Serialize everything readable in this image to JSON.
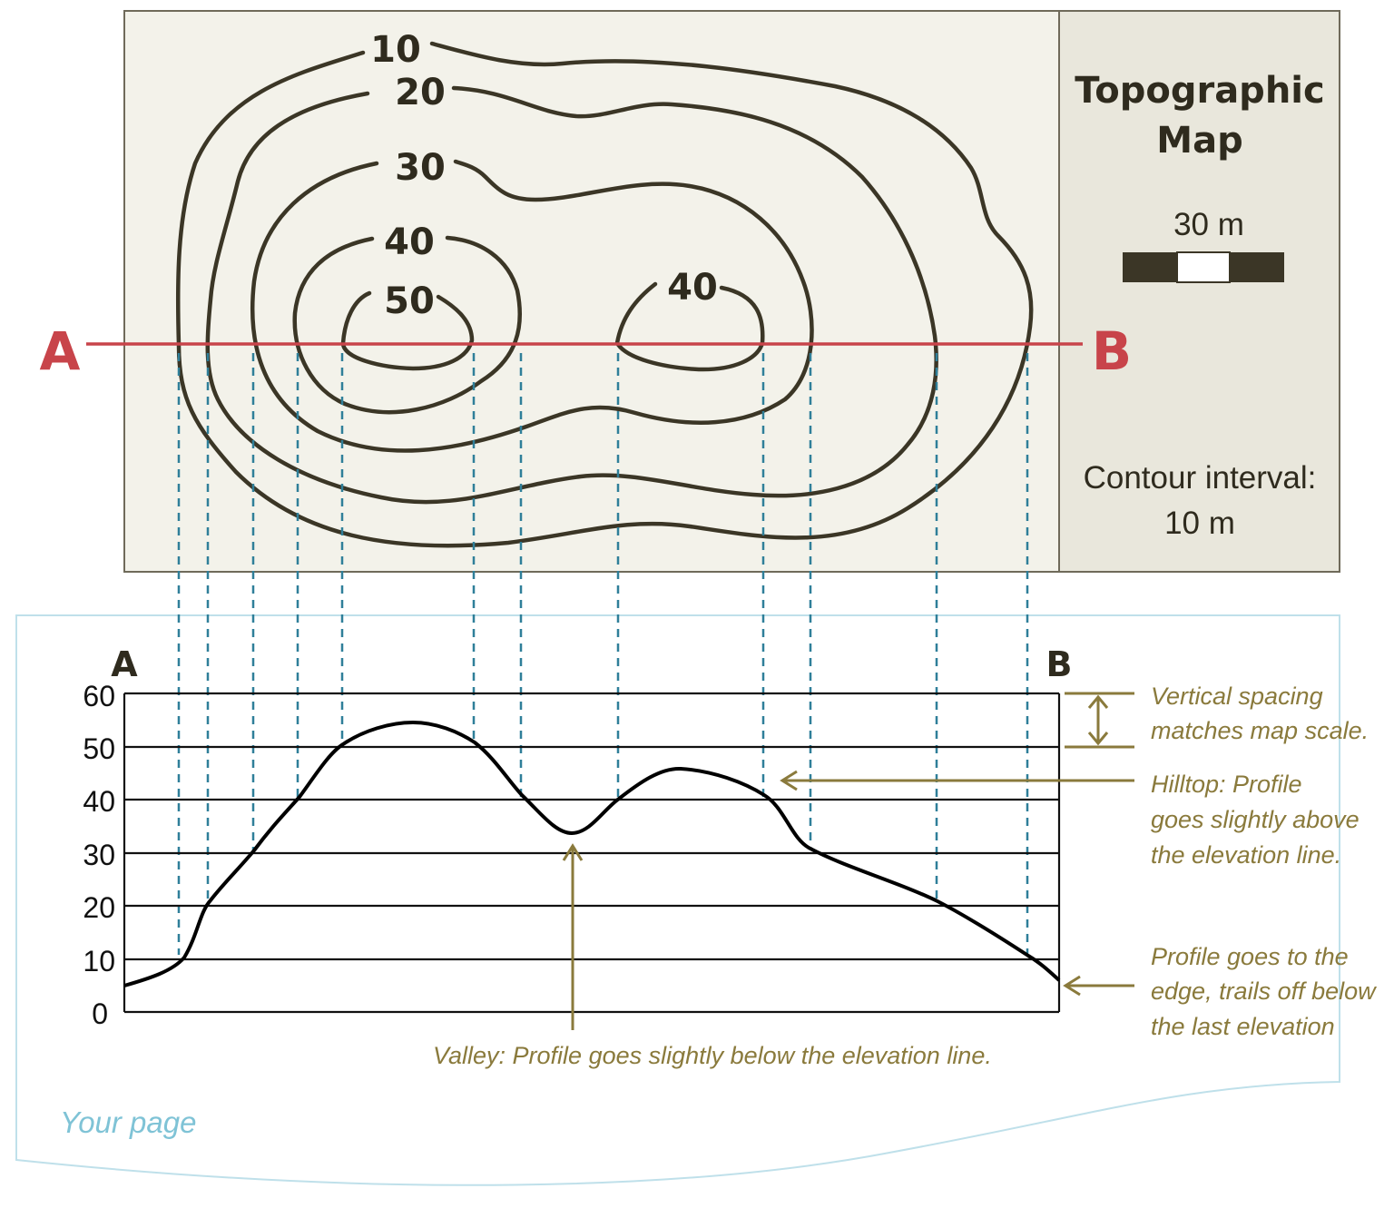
{
  "map": {
    "title_line1": "Topographic",
    "title_line2": "Map",
    "scale_label": "30 m",
    "contour_interval_label": "Contour interval:",
    "contour_interval_value": "10 m",
    "contour_labels": [
      "10",
      "20",
      "30",
      "40",
      "50",
      "40"
    ],
    "point_a": "A",
    "point_b": "B",
    "colors": {
      "map_bg": "#f3f2ea",
      "legend_bg": "#e9e7dc",
      "section_line": "#c8444a",
      "contour": "#3b3626",
      "drop_line": "#2f7f99"
    }
  },
  "profile": {
    "point_a": "A",
    "point_b": "B",
    "y_ticks": [
      "60",
      "50",
      "40",
      "30",
      "20",
      "10",
      "0"
    ],
    "notes": {
      "vertical_spacing": [
        "Vertical spacing",
        "matches map scale."
      ],
      "hilltop": [
        "Hilltop: Profile",
        "goes slightly above",
        "the elevation line."
      ],
      "edge": [
        "Profile goes to the",
        "edge, trails off below",
        "the last elevation"
      ],
      "valley": "Valley: Profile goes slightly below the elevation line."
    },
    "page_label": "Your page",
    "colors": {
      "note": "#8a7a3c",
      "page_label": "#7fc3d6",
      "page_border": "#bfe0ea"
    }
  },
  "chart_data": {
    "type": "line",
    "title": "",
    "xlabel": "",
    "ylabel": "",
    "ylim": [
      0,
      60
    ],
    "y_ticks": [
      0,
      10,
      20,
      30,
      40,
      50,
      60
    ],
    "contour_crossings_A_to_B": [
      10,
      20,
      30,
      40,
      50,
      50,
      40,
      40,
      40,
      30,
      20,
      10
    ],
    "profile_elevation_samples": [
      5,
      10,
      20,
      30,
      40,
      50,
      54.5,
      50,
      40,
      34,
      40,
      46,
      40,
      30,
      20,
      10,
      6
    ]
  }
}
